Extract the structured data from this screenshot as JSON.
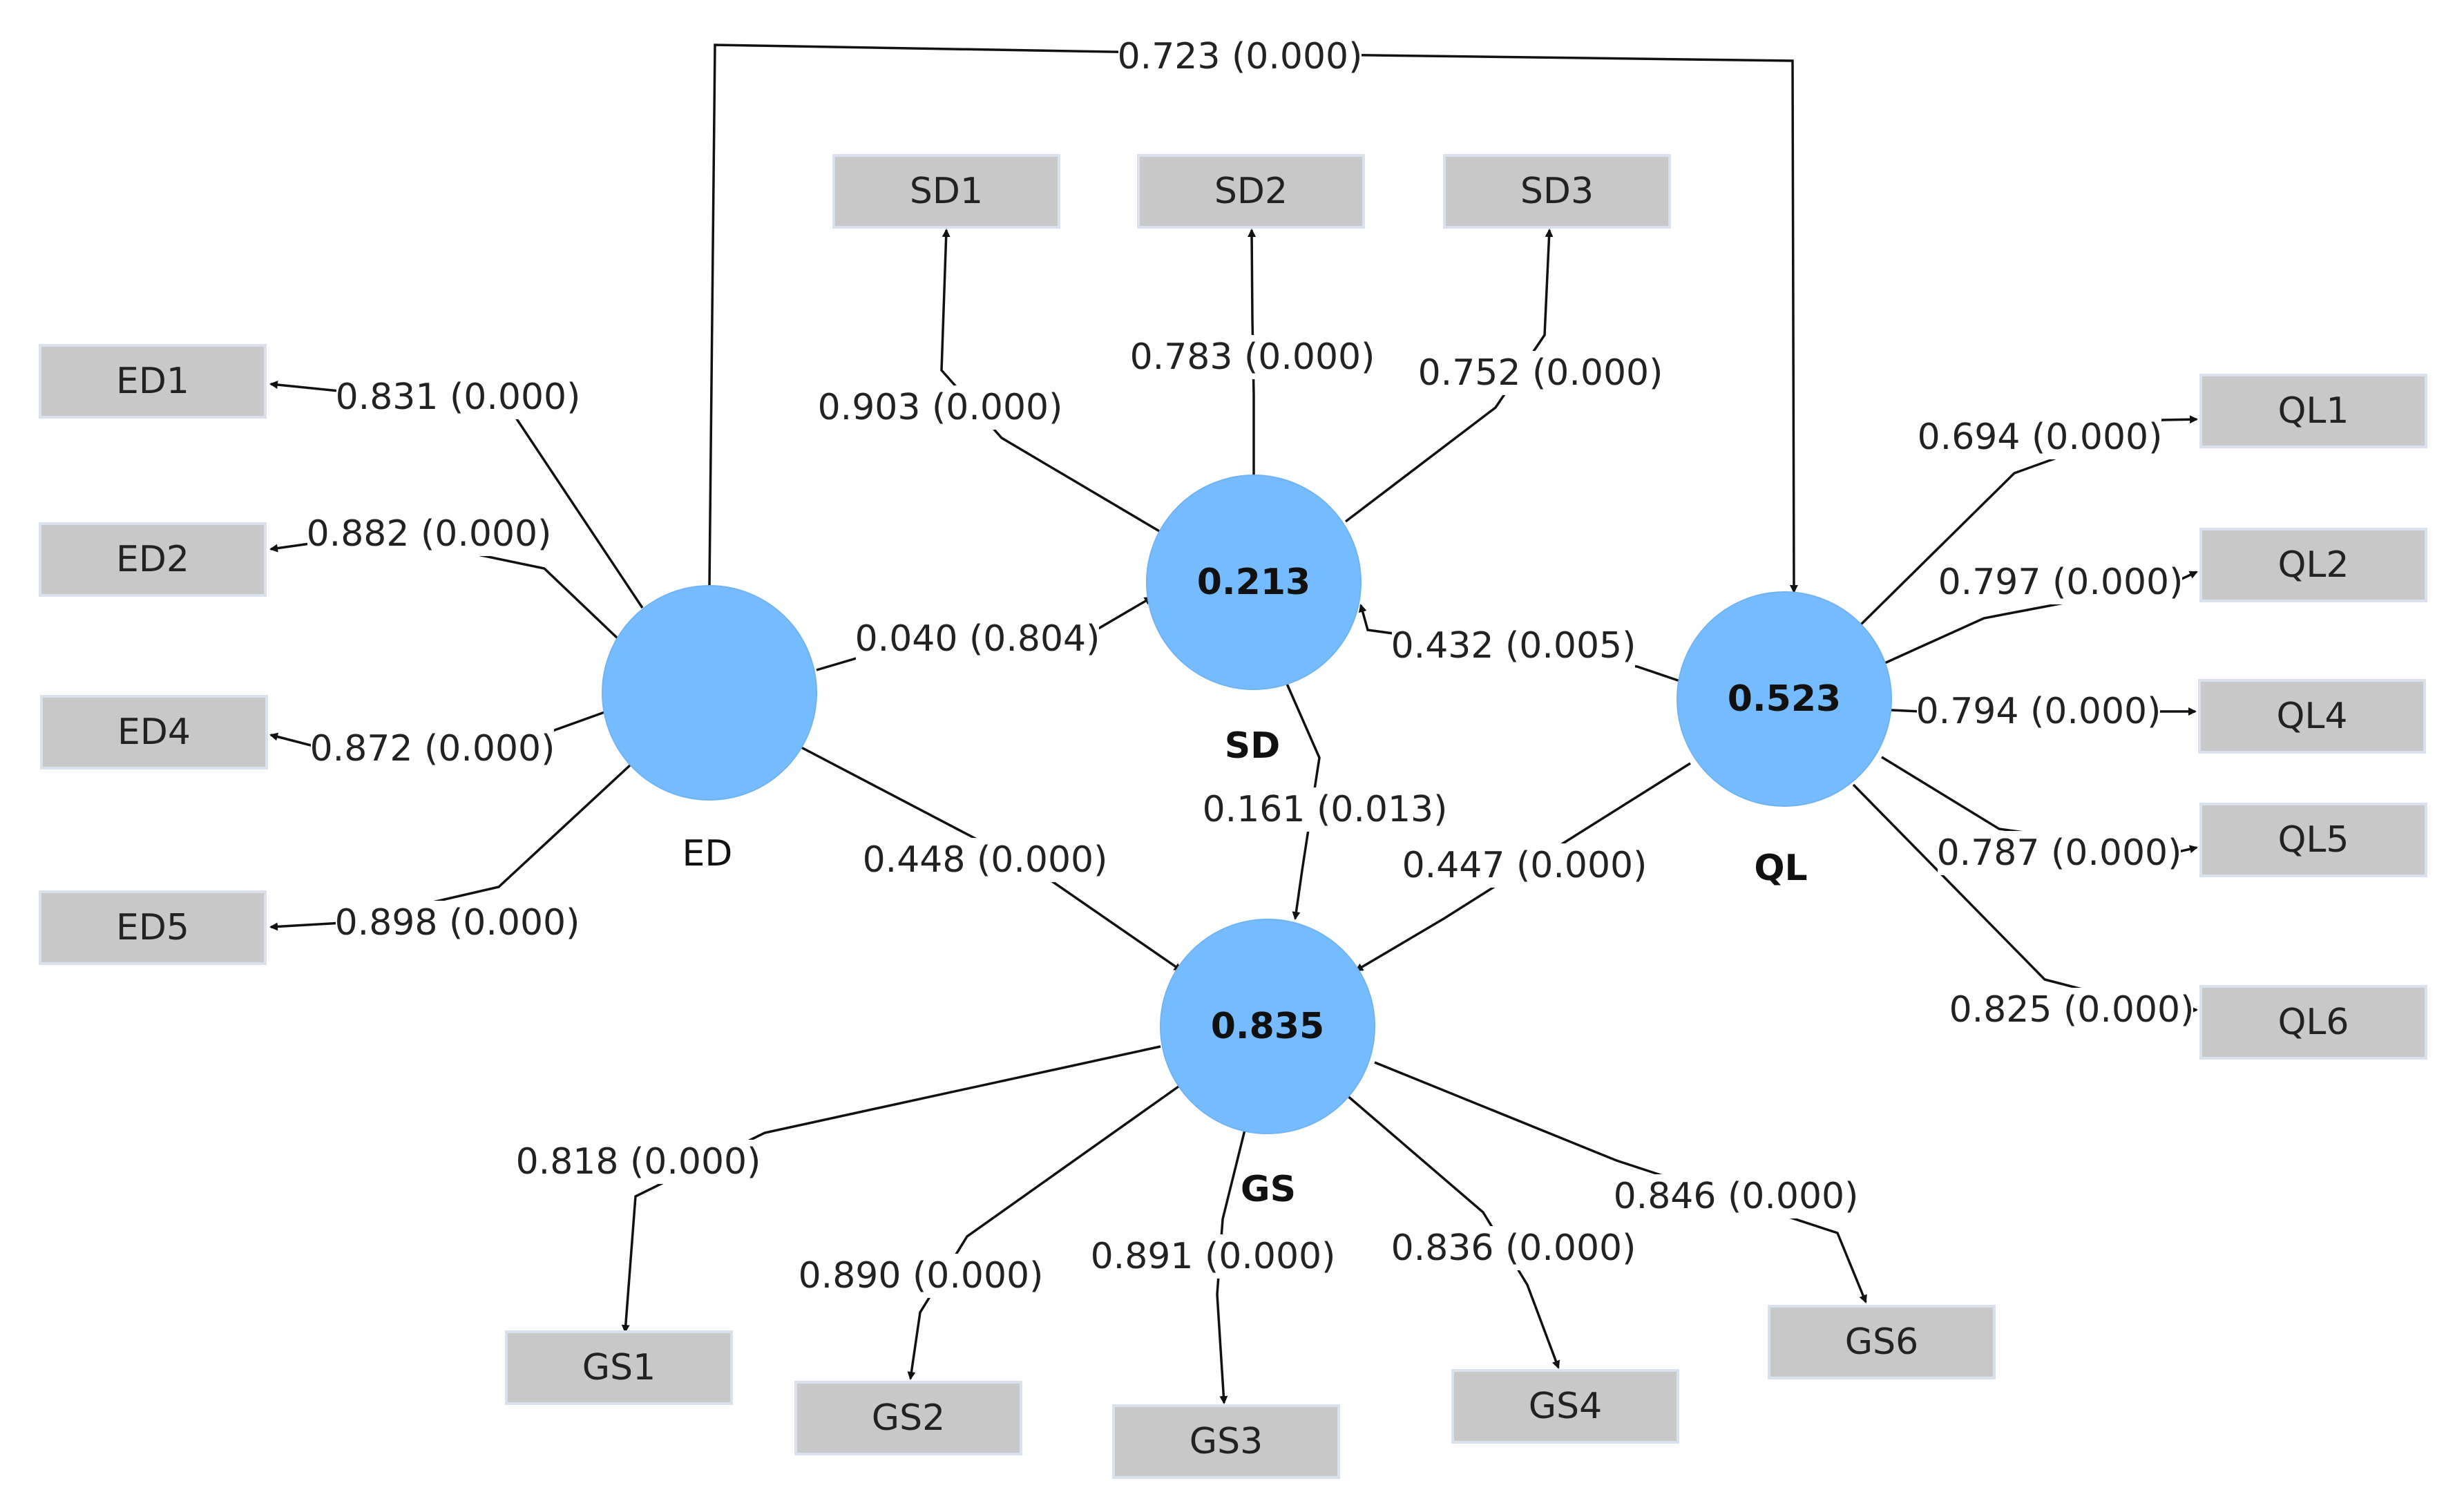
{
  "diagram": {
    "latents": [
      {
        "id": "ED",
        "name": "ED",
        "value": "",
        "name_bold": false
      },
      {
        "id": "SD",
        "name": "SD",
        "value": "0.213",
        "name_bold": true
      },
      {
        "id": "QL",
        "name": "QL",
        "value": "0.523",
        "name_bold": true
      },
      {
        "id": "GS",
        "name": "GS",
        "value": "0.835",
        "name_bold": true
      }
    ],
    "indicators": [
      {
        "id": "ED1",
        "label": "ED1"
      },
      {
        "id": "ED2",
        "label": "ED2"
      },
      {
        "id": "ED4",
        "label": "ED4"
      },
      {
        "id": "ED5",
        "label": "ED5"
      },
      {
        "id": "SD1",
        "label": "SD1"
      },
      {
        "id": "SD2",
        "label": "SD2"
      },
      {
        "id": "SD3",
        "label": "SD3"
      },
      {
        "id": "QL1",
        "label": "QL1"
      },
      {
        "id": "QL2",
        "label": "QL2"
      },
      {
        "id": "QL4",
        "label": "QL4"
      },
      {
        "id": "QL5",
        "label": "QL5"
      },
      {
        "id": "QL6",
        "label": "QL6"
      },
      {
        "id": "GS1",
        "label": "GS1"
      },
      {
        "id": "GS2",
        "label": "GS2"
      },
      {
        "id": "GS3",
        "label": "GS3"
      },
      {
        "id": "GS4",
        "label": "GS4"
      },
      {
        "id": "GS6",
        "label": "GS6"
      }
    ],
    "loadings": [
      {
        "from": "ED",
        "to": "ED1",
        "label": "0.831 (0.000)"
      },
      {
        "from": "ED",
        "to": "ED2",
        "label": "0.882 (0.000)"
      },
      {
        "from": "ED",
        "to": "ED4",
        "label": "0.872 (0.000)"
      },
      {
        "from": "ED",
        "to": "ED5",
        "label": "0.898 (0.000)"
      },
      {
        "from": "SD",
        "to": "SD1",
        "label": "0.903 (0.000)"
      },
      {
        "from": "SD",
        "to": "SD2",
        "label": "0.783 (0.000)"
      },
      {
        "from": "SD",
        "to": "SD3",
        "label": "0.752 (0.000)"
      },
      {
        "from": "QL",
        "to": "QL1",
        "label": "0.694 (0.000)"
      },
      {
        "from": "QL",
        "to": "QL2",
        "label": "0.797 (0.000)"
      },
      {
        "from": "QL",
        "to": "QL4",
        "label": "0.794 (0.000)"
      },
      {
        "from": "QL",
        "to": "QL5",
        "label": "0.787 (0.000)"
      },
      {
        "from": "QL",
        "to": "QL6",
        "label": "0.825 (0.000)"
      },
      {
        "from": "GS",
        "to": "GS1",
        "label": "0.818 (0.000)"
      },
      {
        "from": "GS",
        "to": "GS2",
        "label": "0.890 (0.000)"
      },
      {
        "from": "GS",
        "to": "GS3",
        "label": "0.891 (0.000)"
      },
      {
        "from": "GS",
        "to": "GS4",
        "label": "0.836 (0.000)"
      },
      {
        "from": "GS",
        "to": "GS6",
        "label": "0.846 (0.000)"
      }
    ],
    "paths": [
      {
        "from": "ED",
        "to": "QL",
        "label": "0.723 (0.000)"
      },
      {
        "from": "ED",
        "to": "SD",
        "label": "0.040 (0.804)"
      },
      {
        "from": "ED",
        "to": "GS",
        "label": "0.448 (0.000)"
      },
      {
        "from": "QL",
        "to": "SD",
        "label": "0.432 (0.005)"
      },
      {
        "from": "SD",
        "to": "GS",
        "label": "0.161 (0.013)"
      },
      {
        "from": "QL",
        "to": "GS",
        "label": "0.447 (0.000)"
      }
    ]
  }
}
